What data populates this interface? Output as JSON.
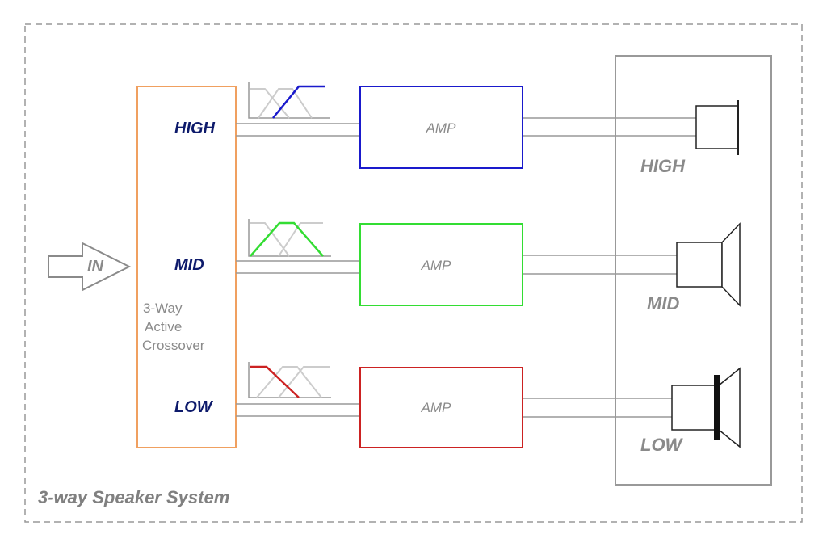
{
  "colors": {
    "frame": "#999999",
    "crossover": "#f0a060",
    "high": "#1a1acc",
    "mid": "#33dd33",
    "low": "#cc2222",
    "wire": "#999999",
    "filter_inactive": "#cccccc",
    "band_text": "#0d1a6b",
    "label_gray": "#8a8a8a"
  },
  "caption": "3-way Speaker System",
  "input": {
    "label": "IN"
  },
  "crossover": {
    "lines": [
      "3-Way",
      "Active",
      "Crossover"
    ]
  },
  "bands": [
    {
      "key": "high",
      "label": "HIGH",
      "amp_label": "AMP",
      "speaker_label": "HIGH",
      "speaker_icon": "tweeter-icon"
    },
    {
      "key": "mid",
      "label": "MID",
      "amp_label": "AMP",
      "speaker_label": "MID",
      "speaker_icon": "midrange-icon"
    },
    {
      "key": "low",
      "label": "LOW",
      "amp_label": "AMP",
      "speaker_label": "LOW",
      "speaker_icon": "woofer-icon"
    }
  ]
}
